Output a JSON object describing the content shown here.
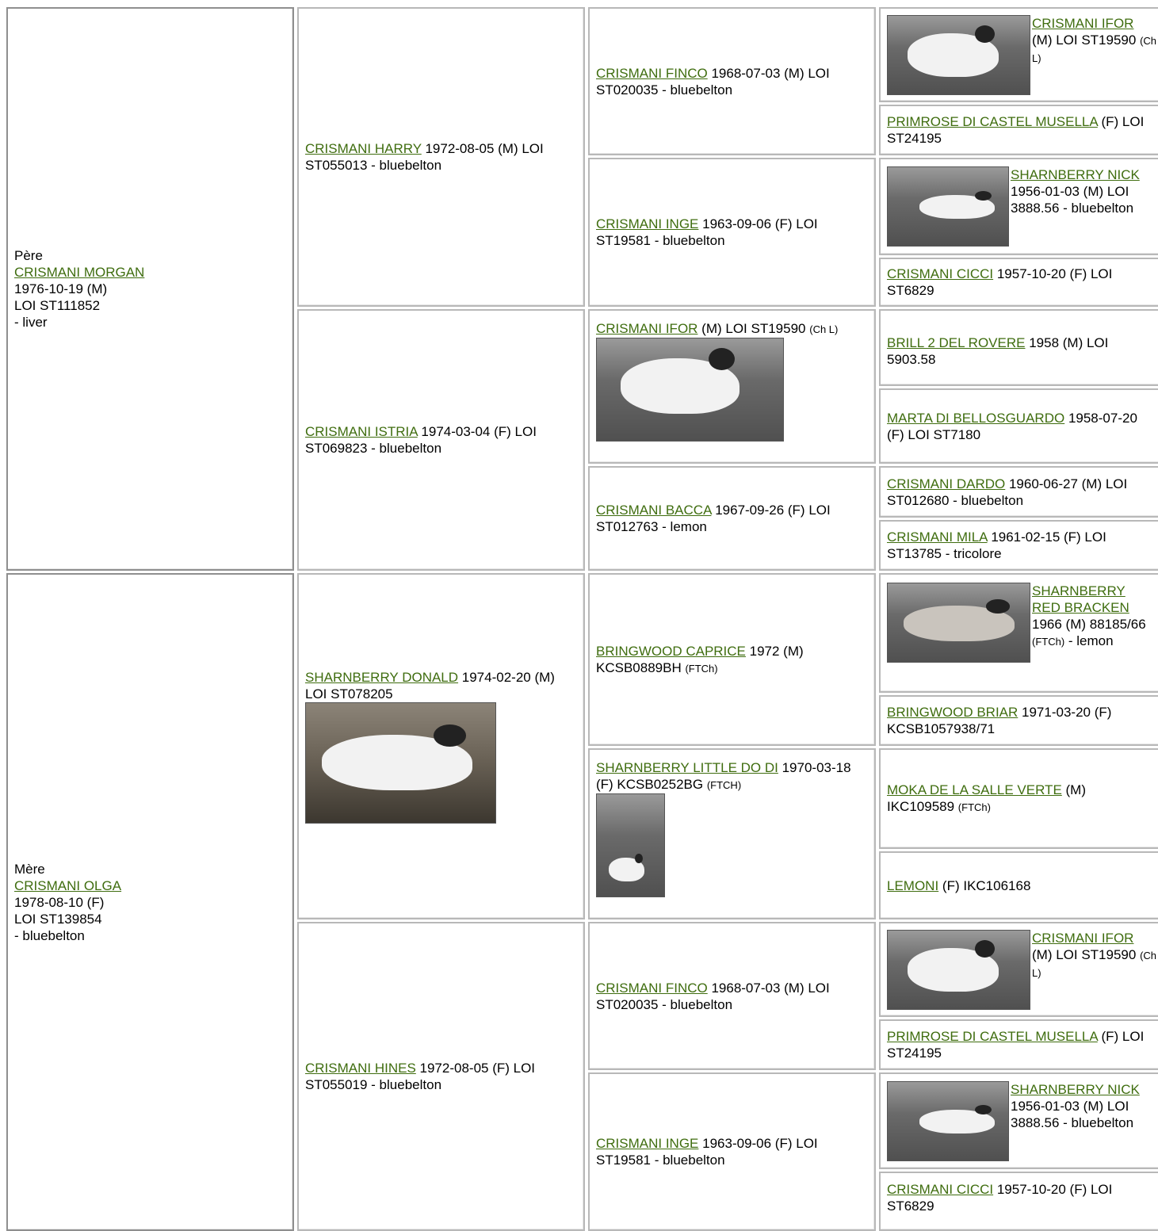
{
  "gen1": {
    "father": {
      "role": "Père",
      "name": "CRISMANI MORGAN",
      "date": "1976-10-19 (M)",
      "reg": "LOI ST111852",
      "color": "- liver"
    },
    "mother": {
      "role": "Mère",
      "name": "CRISMANI OLGA",
      "date": "1978-08-10 (F)",
      "reg": "LOI ST139854",
      "color": "- bluebelton"
    }
  },
  "gen2": [
    {
      "name": "CRISMANI HARRY",
      "info": " 1972-08-05 (M) LOI ST055013 - bluebelton"
    },
    {
      "name": "CRISMANI ISTRIA",
      "info": " 1974-03-04 (F) LOI ST069823 - bluebelton"
    },
    {
      "name": "SHARNBERRY DONALD",
      "info": " 1974-02-20 (M) LOI ST078205"
    },
    {
      "name": "CRISMANI HINES",
      "info": " 1972-08-05 (F) LOI ST055019 - bluebelton"
    }
  ],
  "gen3": [
    {
      "name": "CRISMANI FINCO",
      "info": " 1968-07-03 (M) LOI ST020035 - bluebelton"
    },
    {
      "name": "CRISMANI INGE",
      "info": " 1963-09-06 (F) LOI ST19581 - bluebelton"
    },
    {
      "name": "CRISMANI IFOR",
      "info": " (M) LOI ST19590 ",
      "small": "(Ch L)"
    },
    {
      "name": "CRISMANI BACCA",
      "info": " 1967-09-26 (F) LOI ST012763 - lemon"
    },
    {
      "name": "BRINGWOOD CAPRICE",
      "info": " 1972 (M) KCSB0889BH ",
      "small": "(FTCh)"
    },
    {
      "name": "SHARNBERRY LITTLE DO DI",
      "info": " 1970-03-18 (F) KCSB0252BG ",
      "small": "(FTCH)"
    },
    {
      "name": "CRISMANI FINCO",
      "info": " 1968-07-03 (M) LOI ST020035 - bluebelton"
    },
    {
      "name": "CRISMANI INGE",
      "info": " 1963-09-06 (F) LOI ST19581 - bluebelton"
    }
  ],
  "gen4": [
    {
      "name": "CRISMANI IFOR",
      "info": " (M) LOI ST19590 ",
      "small": "(Ch L)"
    },
    {
      "name": "PRIMROSE DI CASTEL MUSELLA",
      "info": " (F) LOI ST24195"
    },
    {
      "name": "SHARNBERRY NICK",
      "info": " 1956-01-03 (M) LOI 3888.56 - bluebelton"
    },
    {
      "name": "CRISMANI CICCI",
      "info": " 1957-10-20 (F) LOI ST6829"
    },
    {
      "name": "BRILL 2 DEL ROVERE",
      "info": " 1958 (M) LOI 5903.58"
    },
    {
      "name": "MARTA DI BELLOSGUARDO",
      "info": " 1958-07-20 (F) LOI ST7180"
    },
    {
      "name": "CRISMANI DARDO",
      "info": " 1960-06-27 (M) LOI ST012680 - bluebelton"
    },
    {
      "name": "CRISMANI MILA",
      "info": " 1961-02-15 (F) LOI ST13785 - tricolore"
    },
    {
      "name": "SHARNBERRY RED BRACKEN",
      "info": " 1966 (M) 88185/66 ",
      "small": "(FTCh)",
      "info2": " - lemon"
    },
    {
      "name": "BRINGWOOD BRIAR",
      "info": " 1971-03-20 (F) KCSB1057938/71"
    },
    {
      "name": "MOKA DE LA SALLE VERTE",
      "info": " (M) IKC109589 ",
      "small": "(FTCh)"
    },
    {
      "name": "LEMONI",
      "info": " (F) IKC106168"
    },
    {
      "name": "CRISMANI IFOR",
      "info": " (M) LOI ST19590 ",
      "small": "(Ch L)"
    },
    {
      "name": "PRIMROSE DI CASTEL MUSELLA",
      "info": " (F) LOI ST24195"
    },
    {
      "name": "SHARNBERRY NICK",
      "info": " 1956-01-03 (M) LOI 3888.56 - bluebelton"
    },
    {
      "name": "CRISMANI CICCI",
      "info": " 1957-10-20 (F) LOI ST6829"
    }
  ]
}
